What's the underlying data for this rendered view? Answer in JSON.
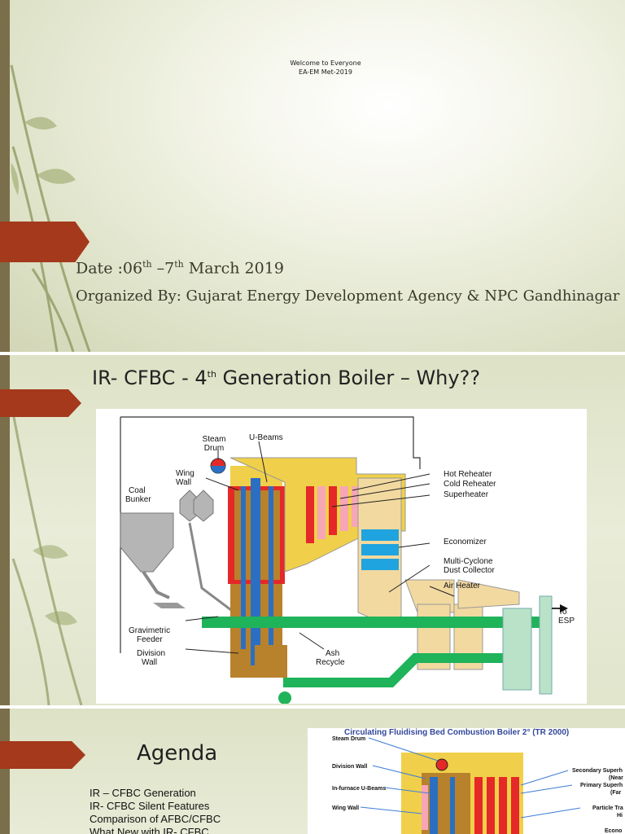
{
  "slide1": {
    "welcome_line1": "Welcome to Everyone",
    "welcome_line2": "EA-EM Met-2019",
    "date_prefix": "Date :06",
    "date_sup1": "th",
    "date_mid": " –7",
    "date_sup2": "th",
    "date_suffix": " March 2019",
    "organized": "Organized By: Gujarat Energy Development Agency & NPC Gandhinagar"
  },
  "slide2": {
    "title_prefix": "IR- CFBC - 4",
    "title_sup": "th",
    "title_suffix": " Generation Boiler – Why??",
    "diagram_labels": {
      "steam_drum_1": "Steam",
      "steam_drum_2": "Drum",
      "u_beams": "U-Beams",
      "wing_wall_1": "Wing",
      "wing_wall_2": "Wall",
      "coal_bunker_1": "Coal",
      "coal_bunker_2": "Bunker",
      "hot_reheater": "Hot Reheater",
      "cold_reheater": "Cold Reheater",
      "superheater": "Superheater",
      "economizer": "Economizer",
      "multi_cyclone_1": "Multi-Cyclone",
      "multi_cyclone_2": "Dust Collector",
      "air_heater": "Air Heater",
      "to_esp_1": "To",
      "to_esp_2": "ESP",
      "gravimetric_1": "Gravimetric",
      "gravimetric_2": "Feeder",
      "division_1": "Division",
      "division_2": "Wall",
      "ash_1": "Ash",
      "ash_2": "Recycle"
    }
  },
  "slide3": {
    "title": "Agenda",
    "items": [
      "IR – CFBC Generation",
      "IR- CFBC Silent Features",
      "Comparison of AFBC/CFBC",
      "What New with IR- CFBC"
    ],
    "diagram_labels": {
      "header": "Circulating Fluidising Bed Combustion Boiler 2° (TR 2000)",
      "steam_drum": "Steam Drum",
      "division_wall": "Division Wall",
      "u_beams": "In-furnace U-Beams",
      "wing_wall": "Wing Wall",
      "secondary": "Secondary Superh",
      "near": "(Near",
      "primary": "Primary Superh",
      "far": "(Far",
      "particle": "Particle Tra",
      "particle2": "Hi",
      "econ": "Econo"
    }
  },
  "colors": {
    "arrow": "#a4391c",
    "left_bar": "#7b6e4a",
    "frond": "#8f9a62"
  }
}
